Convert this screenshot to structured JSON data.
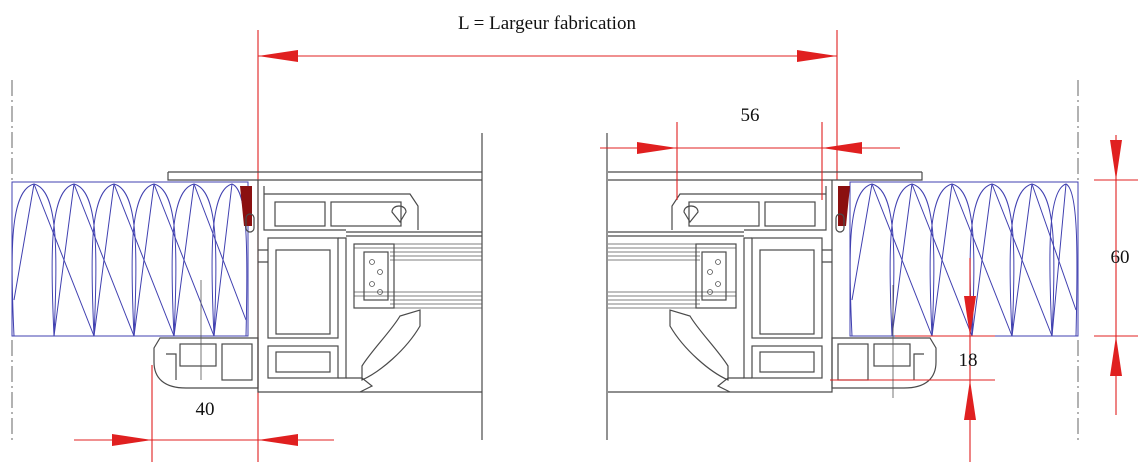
{
  "title": "L = Largeur fabrication",
  "dimensions": {
    "top_right_width": "56",
    "right_height": "60",
    "bottom_right_height": "18",
    "bottom_left_width": "40"
  },
  "colors": {
    "dimension_lines": "#e02020",
    "profile_lines": "#4a4a4a",
    "insulation": "#4040b0",
    "gasket": "#8b1010"
  }
}
